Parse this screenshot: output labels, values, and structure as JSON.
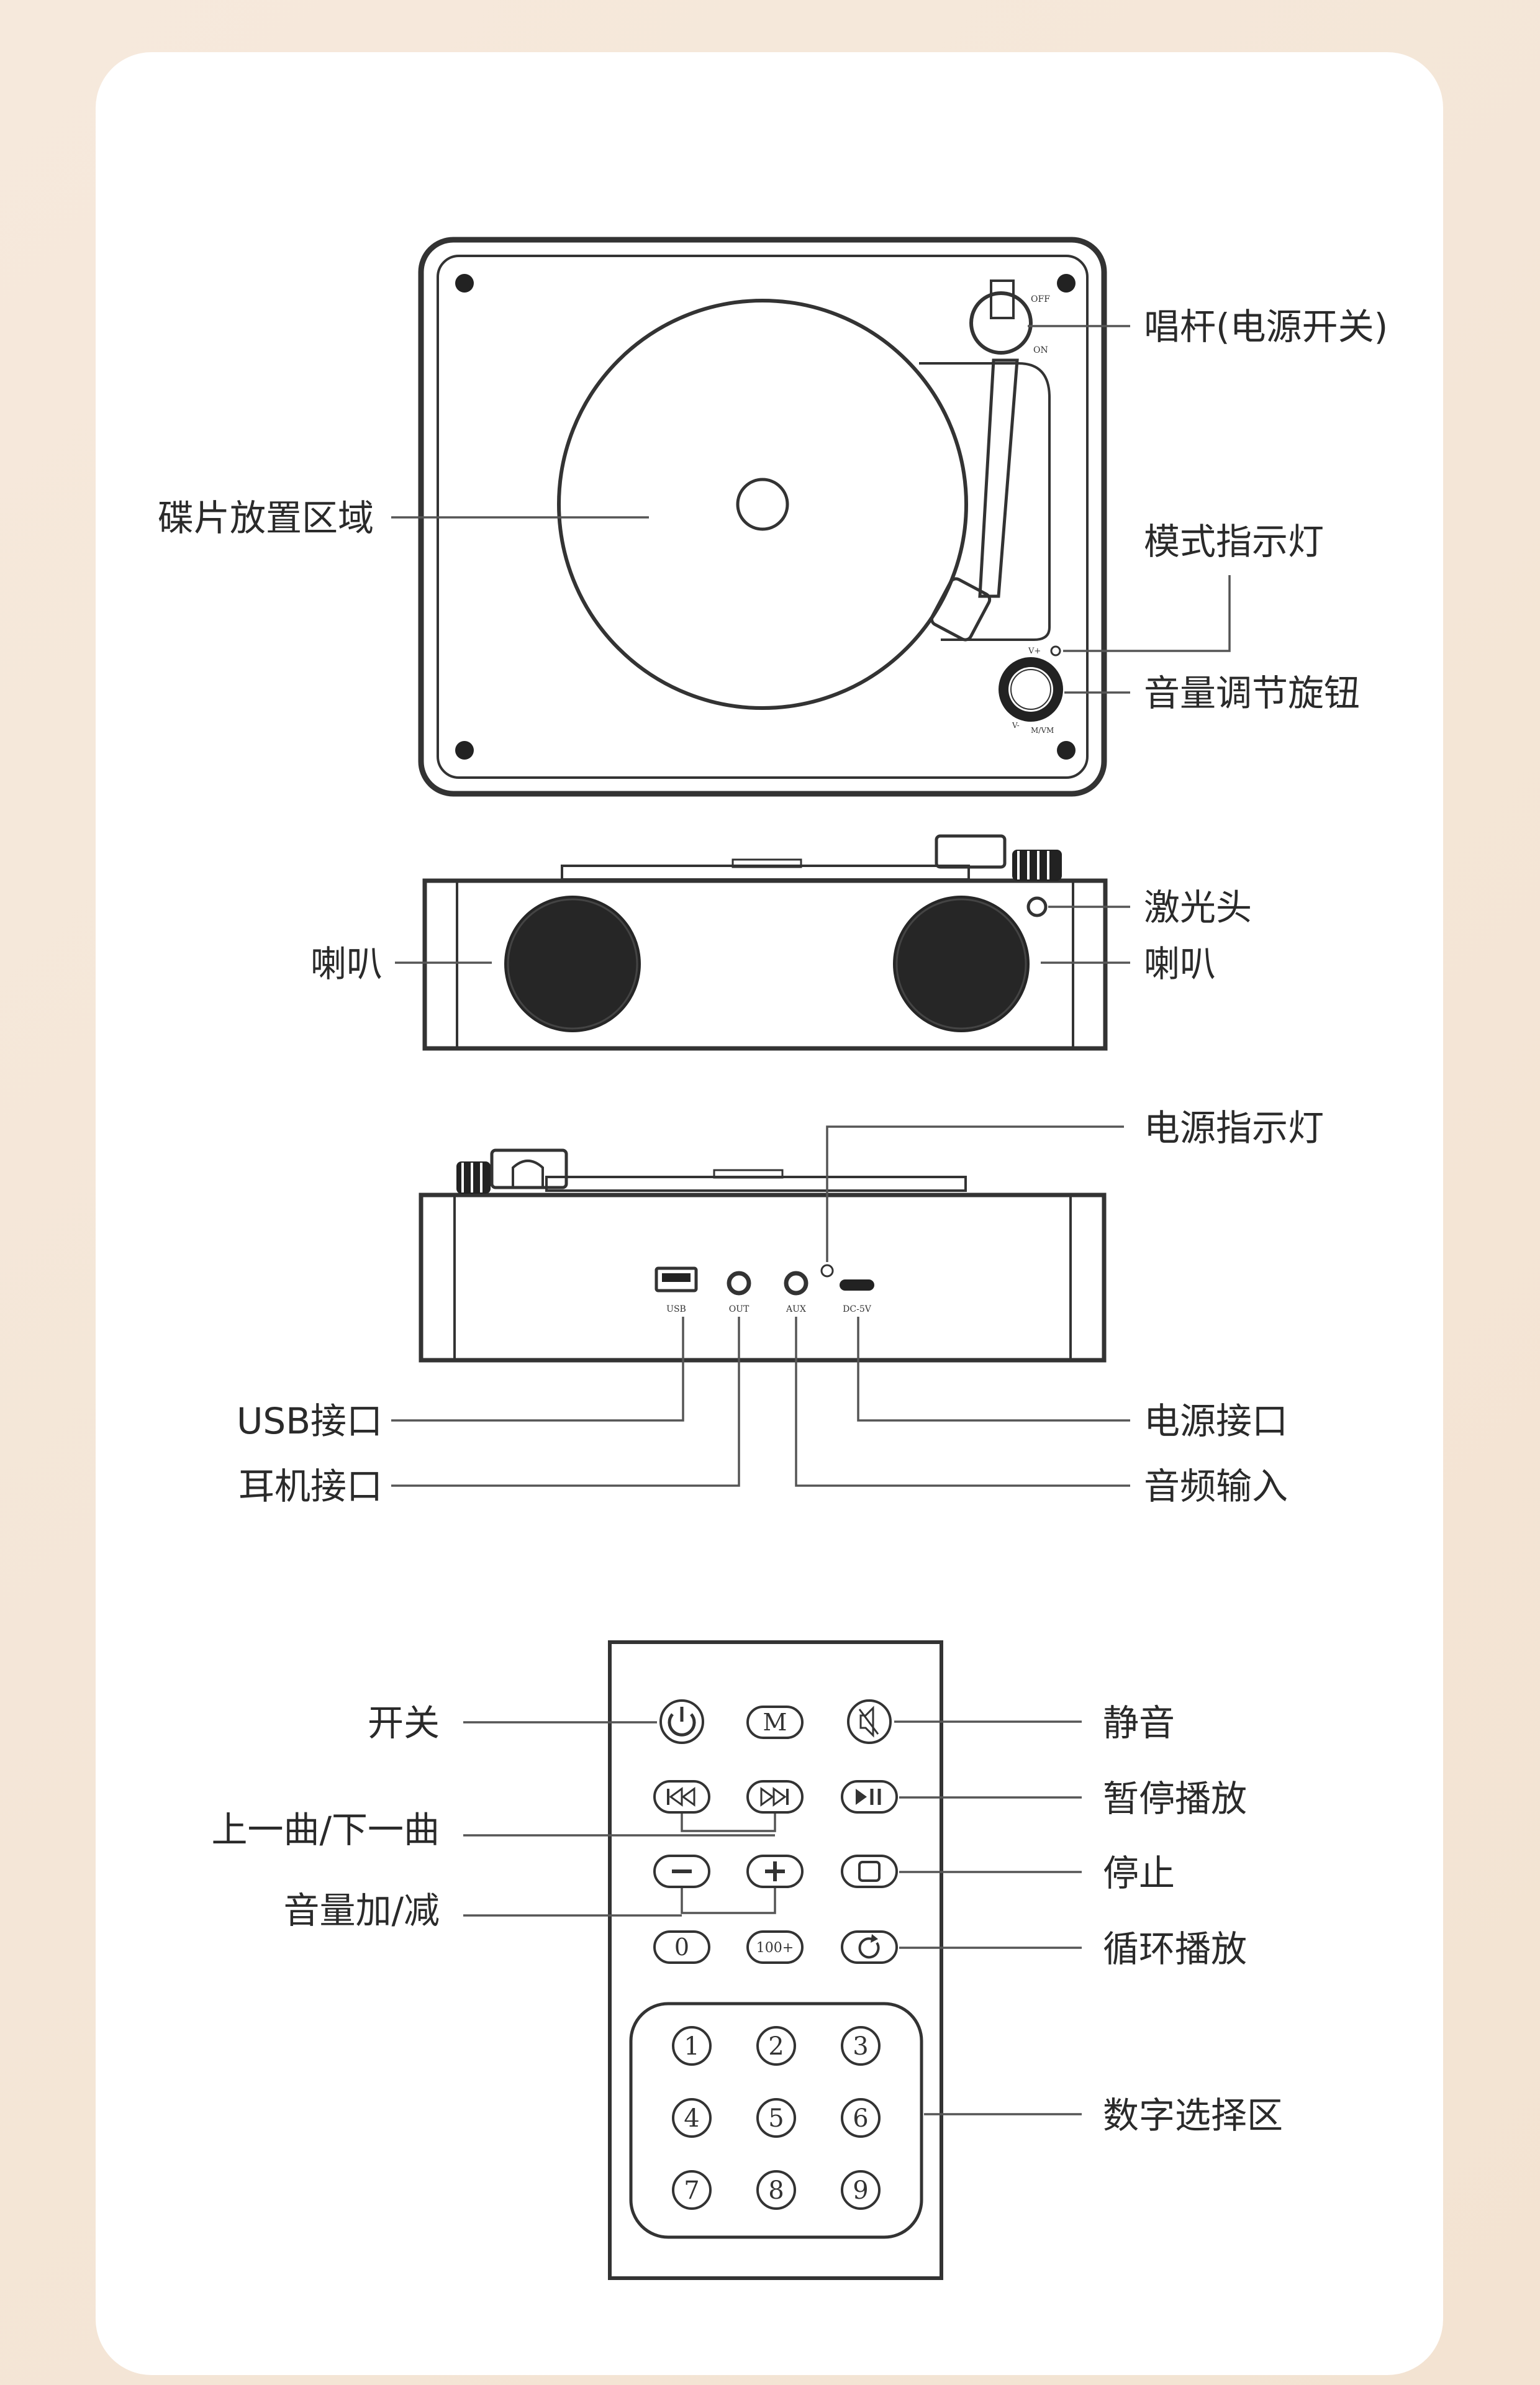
{
  "labels": {
    "tonearm": "唱杆(电源开关)",
    "disc_area": "碟片放置区域",
    "mode_indicator": "模式指示灯",
    "volume_knob": "音量调节旋钮",
    "laser_head": "激光头",
    "speaker_left": "喇叭",
    "speaker_right": "喇叭",
    "power_indicator": "电源指示灯",
    "usb_port": "USB接口",
    "headphone_port": "耳机接口",
    "power_port": "电源接口",
    "audio_input": "音频输入",
    "power_button": "开关",
    "prev_next": "上一曲/下一曲",
    "volume_up_down": "音量加/减",
    "mute": "静音",
    "pause_play": "暂停播放",
    "stop": "停止",
    "repeat_play": "循环播放",
    "number_area": "数字选择区"
  },
  "device": {
    "tonearm_off": "OFF",
    "tonearm_on": "ON",
    "vol_plus": "V+",
    "vol_minus": "V-",
    "mode": "M/VM"
  },
  "ports": {
    "usb": "USB",
    "out": "OUT",
    "aux": "AUX",
    "dc": "DC-5V"
  },
  "remote": {
    "mode_key": "M",
    "zero_key": "0",
    "hundred_key": "100+",
    "numbers": [
      "1",
      "2",
      "3",
      "4",
      "5",
      "6",
      "7",
      "8",
      "9"
    ]
  }
}
